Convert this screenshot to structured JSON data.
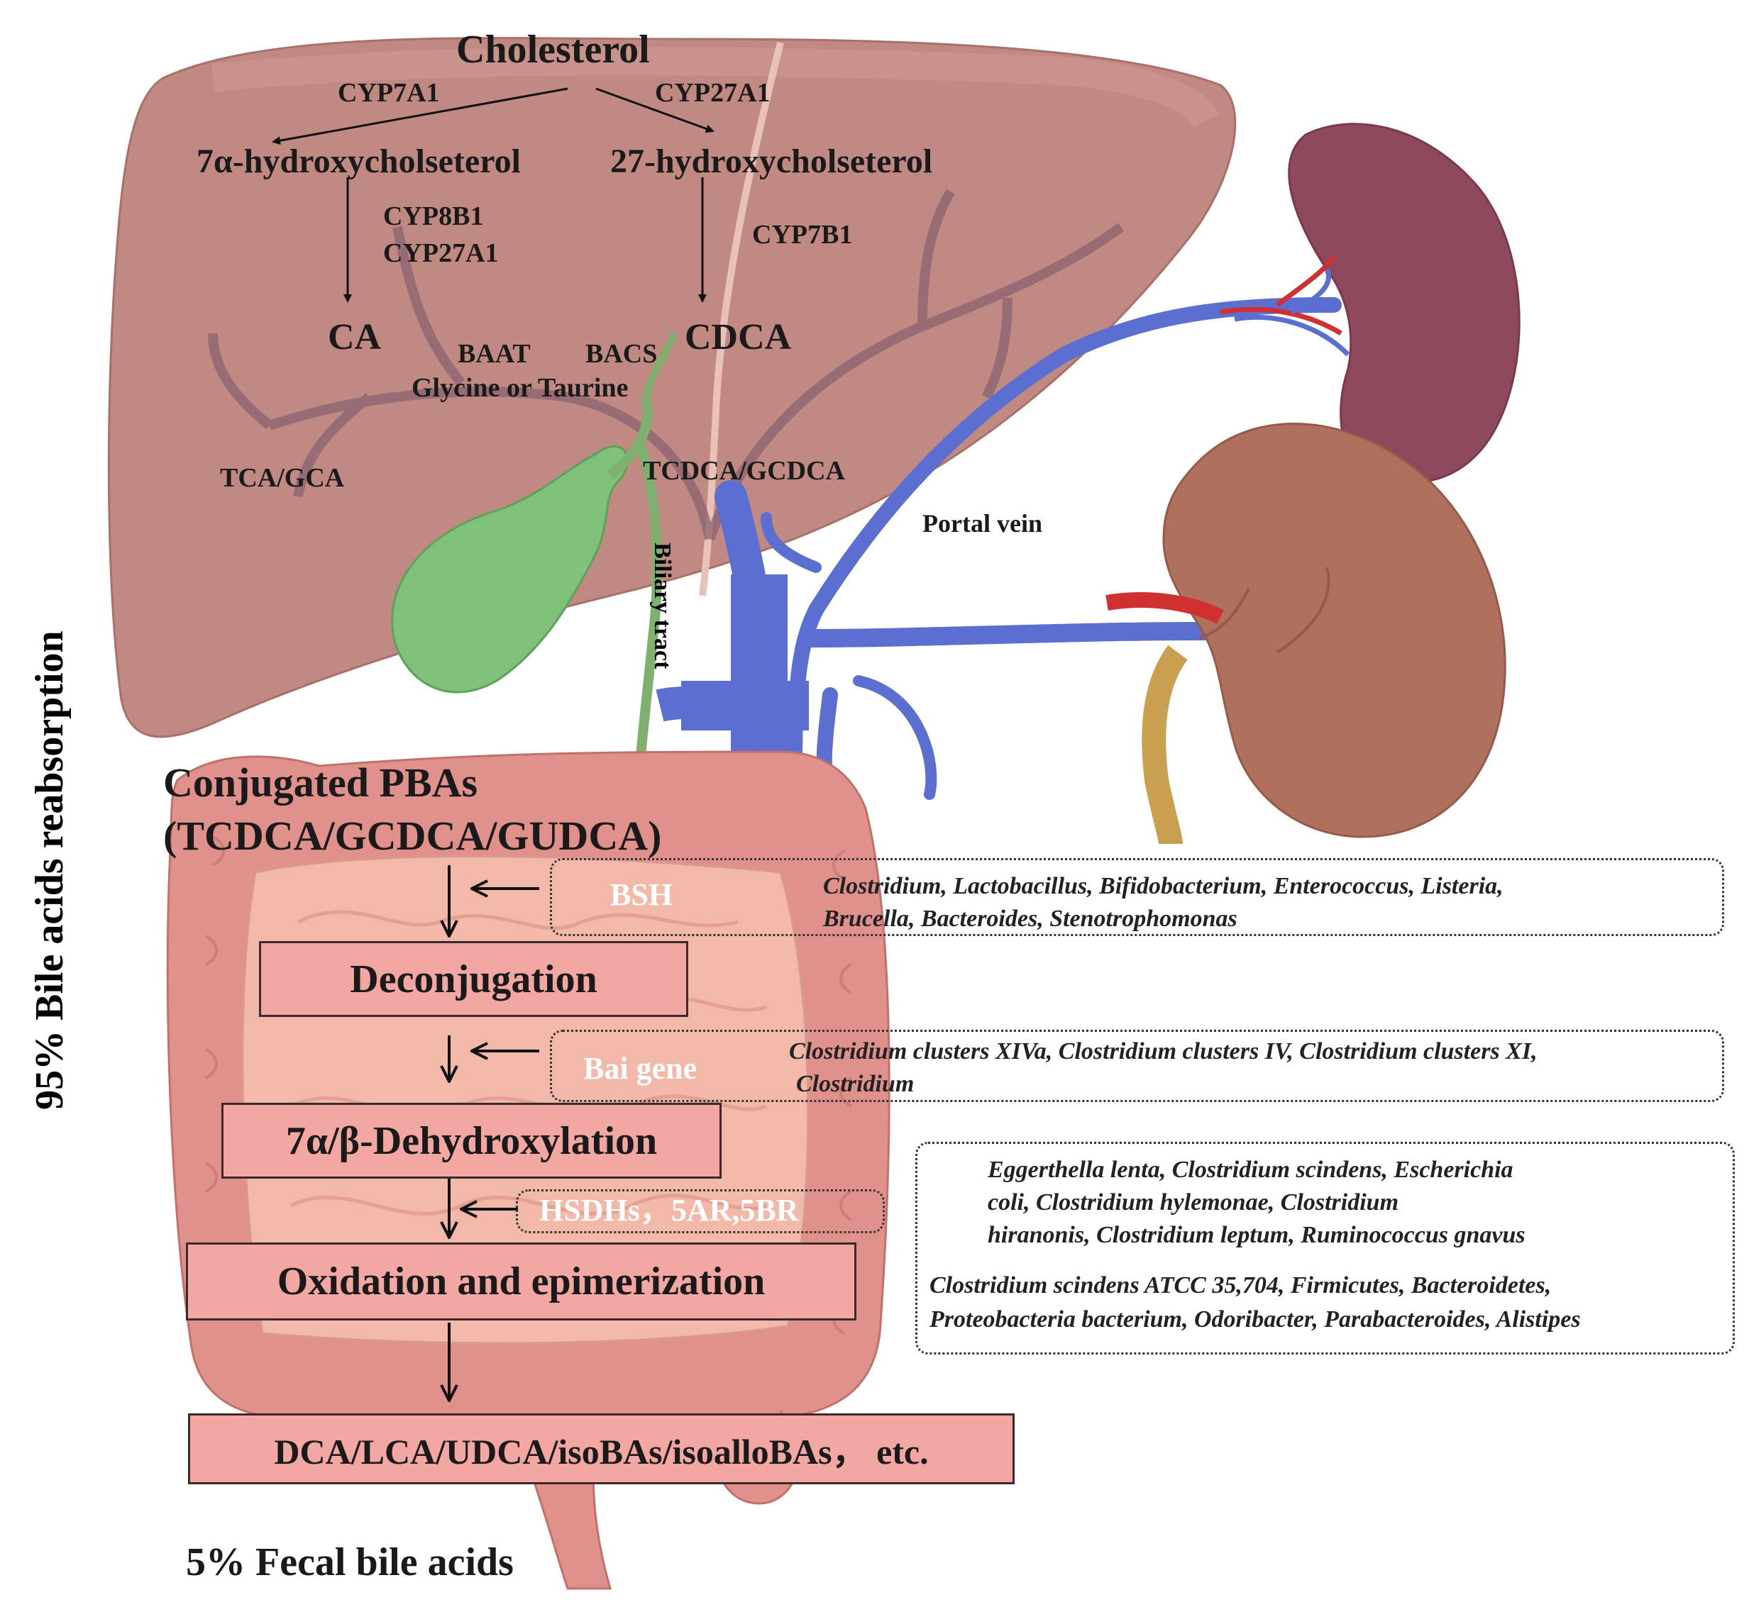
{
  "liver": {
    "cholesterol": "Cholesterol",
    "cyp7a1": "CYP7A1",
    "cyp27a1_top": "CYP27A1",
    "hydroxy7a": "7α-hydroxycholseterol",
    "hydroxy27": "27-hydroxycholseterol",
    "cyp8b1": "CYP8B1",
    "cyp27a1_mid": "CYP27A1",
    "cyp7b1": "CYP7B1",
    "ca": "CA",
    "cdca": "CDCA",
    "baat": "BAAT",
    "bacs": "BACS",
    "glycine_taurine": "Glycine or Taurine",
    "tca_gca": "TCA/GCA",
    "tcdca_gcdca": "TCDCA/GCDCA",
    "biliary_tract": "Biliary tract",
    "portal_vein": "Portal vein"
  },
  "side": {
    "reabsorption": "95%  Bile acids reabsorption",
    "fecal": "5% Fecal bile acids"
  },
  "gut": {
    "conjugated_line1": "Conjugated PBAs",
    "conjugated_line2": "(TCDCA/GCDCA/GUDCA)",
    "deconjugation": "Deconjugation",
    "dehydroxylation": "7α/β-Dehydroxylation",
    "oxidation": "Oxidation and epimerization",
    "products": "DCA/LCA/UDCA/isoBAs/isoalloBAs， etc."
  },
  "enzymes": {
    "bsh": "BSH",
    "bai": "Bai gene",
    "hsdh": "HSDHs，5AR,5BR"
  },
  "bacteria": {
    "bsh_line1": "Clostridium, Lactobacillus, Bifidobacterium, Enterococcus, Listeria,",
    "bsh_line2": "Brucella, Bacteroides, Stenotrophomonas",
    "bai_line1": "Clostridium clusters XIVa, Clostridium clusters IV, Clostridium  clusters XI,",
    "bai_line2": "Clostridium",
    "hsdh_a1": "Eggerthella lenta, Clostridium scindens, Escherichia",
    "hsdh_a2": "coli, Clostridium hylemonae, Clostridium",
    "hsdh_a3": "hiranonis, Clostridium leptum, Ruminococcus gnavus",
    "hsdh_b1": "Clostridium scindens ATCC 35,704, Firmicutes, Bacteroidetes,",
    "hsdh_b2": "Proteobacteria bacterium, Odoribacter, Parabacteroides, Alistipes"
  },
  "colors": {
    "liver": "#c08a82",
    "gallbladder": "#7fc07a",
    "portal_vein": "#5a6fd0",
    "spleen": "#8e4a5c",
    "kidney": "#b0705e",
    "intestine": "#e0918c",
    "box_fill": "#f2a7a3"
  }
}
